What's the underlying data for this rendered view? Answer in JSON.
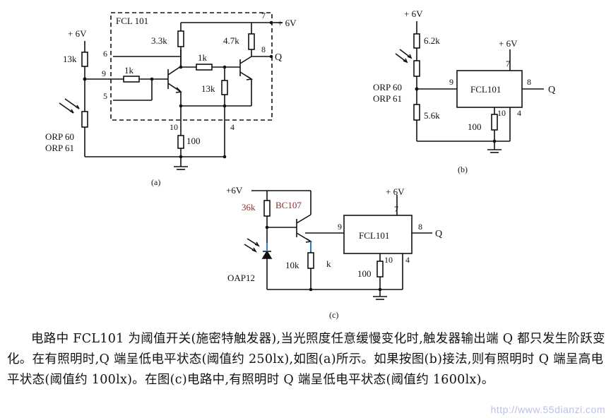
{
  "diagram_a": {
    "chip": "FCL 101",
    "supply_left": "+ 6V",
    "supply_right": "+ 6V",
    "pin6": "6",
    "pin9": "9",
    "pin5": "5",
    "pin7": "7",
    "pin8": "8",
    "pin10": "10",
    "pin4": "4",
    "out": "Q",
    "r_13k_top": "13k",
    "r_1k_in": "1k",
    "r_3k3": "3.3k",
    "r_4k7": "4.7k",
    "r_1k_mid": "1k",
    "r_13k_mid": "13k",
    "r_100": "100",
    "sensor_1": "ORP 60",
    "sensor_2": "ORP 61",
    "label": "(a)"
  },
  "diagram_b": {
    "supply_top": "+ 6V",
    "supply_chip": "+ 6V",
    "r_6k2": "6.2k",
    "r_5k6": "5.6k",
    "r_100": "100",
    "chip": "FCL101",
    "pin9": "9",
    "pin7": "7",
    "pin8": "8",
    "pin10": "10",
    "pin4": "4",
    "out": "Q",
    "sensor_1": "ORP 60",
    "sensor_2": "ORP 61",
    "label": "(b)"
  },
  "diagram_c": {
    "supply_top": "+6V",
    "supply_chip": "+ 6V",
    "r_36k": "36k",
    "transistor": "BC107",
    "r_10k": "10k",
    "k": "k",
    "r_100": "100",
    "chip": "FCL101",
    "pin9": "9",
    "pin7": "7",
    "pin8": "8",
    "pin10": "10",
    "pin4": "4",
    "out": "Q",
    "sensor": "OAP12",
    "label": "(c)"
  },
  "caption": "电路中 FCL101 为阈值开关(施密特触发器),当光照度任意缓慢变化时,触发器输出端 Q 都只发生阶跃变化。在有照明时,Q 端呈低电平状态(阈值约 250lx),如图(a)所示。如果按图(b)接法,则有照明时 Q 端呈高电平状态(阈值约 100lx)。在图(c)电路中,有照明时 Q 端呈低电平状态(阈值约 1600lx)。",
  "watermark": "http://www.55dianzi.com",
  "colors": {
    "ink": "#111111",
    "accent_blue": "#2f7fd0",
    "accent_red": "#8a3030",
    "watermark": "#b9c0ee"
  }
}
